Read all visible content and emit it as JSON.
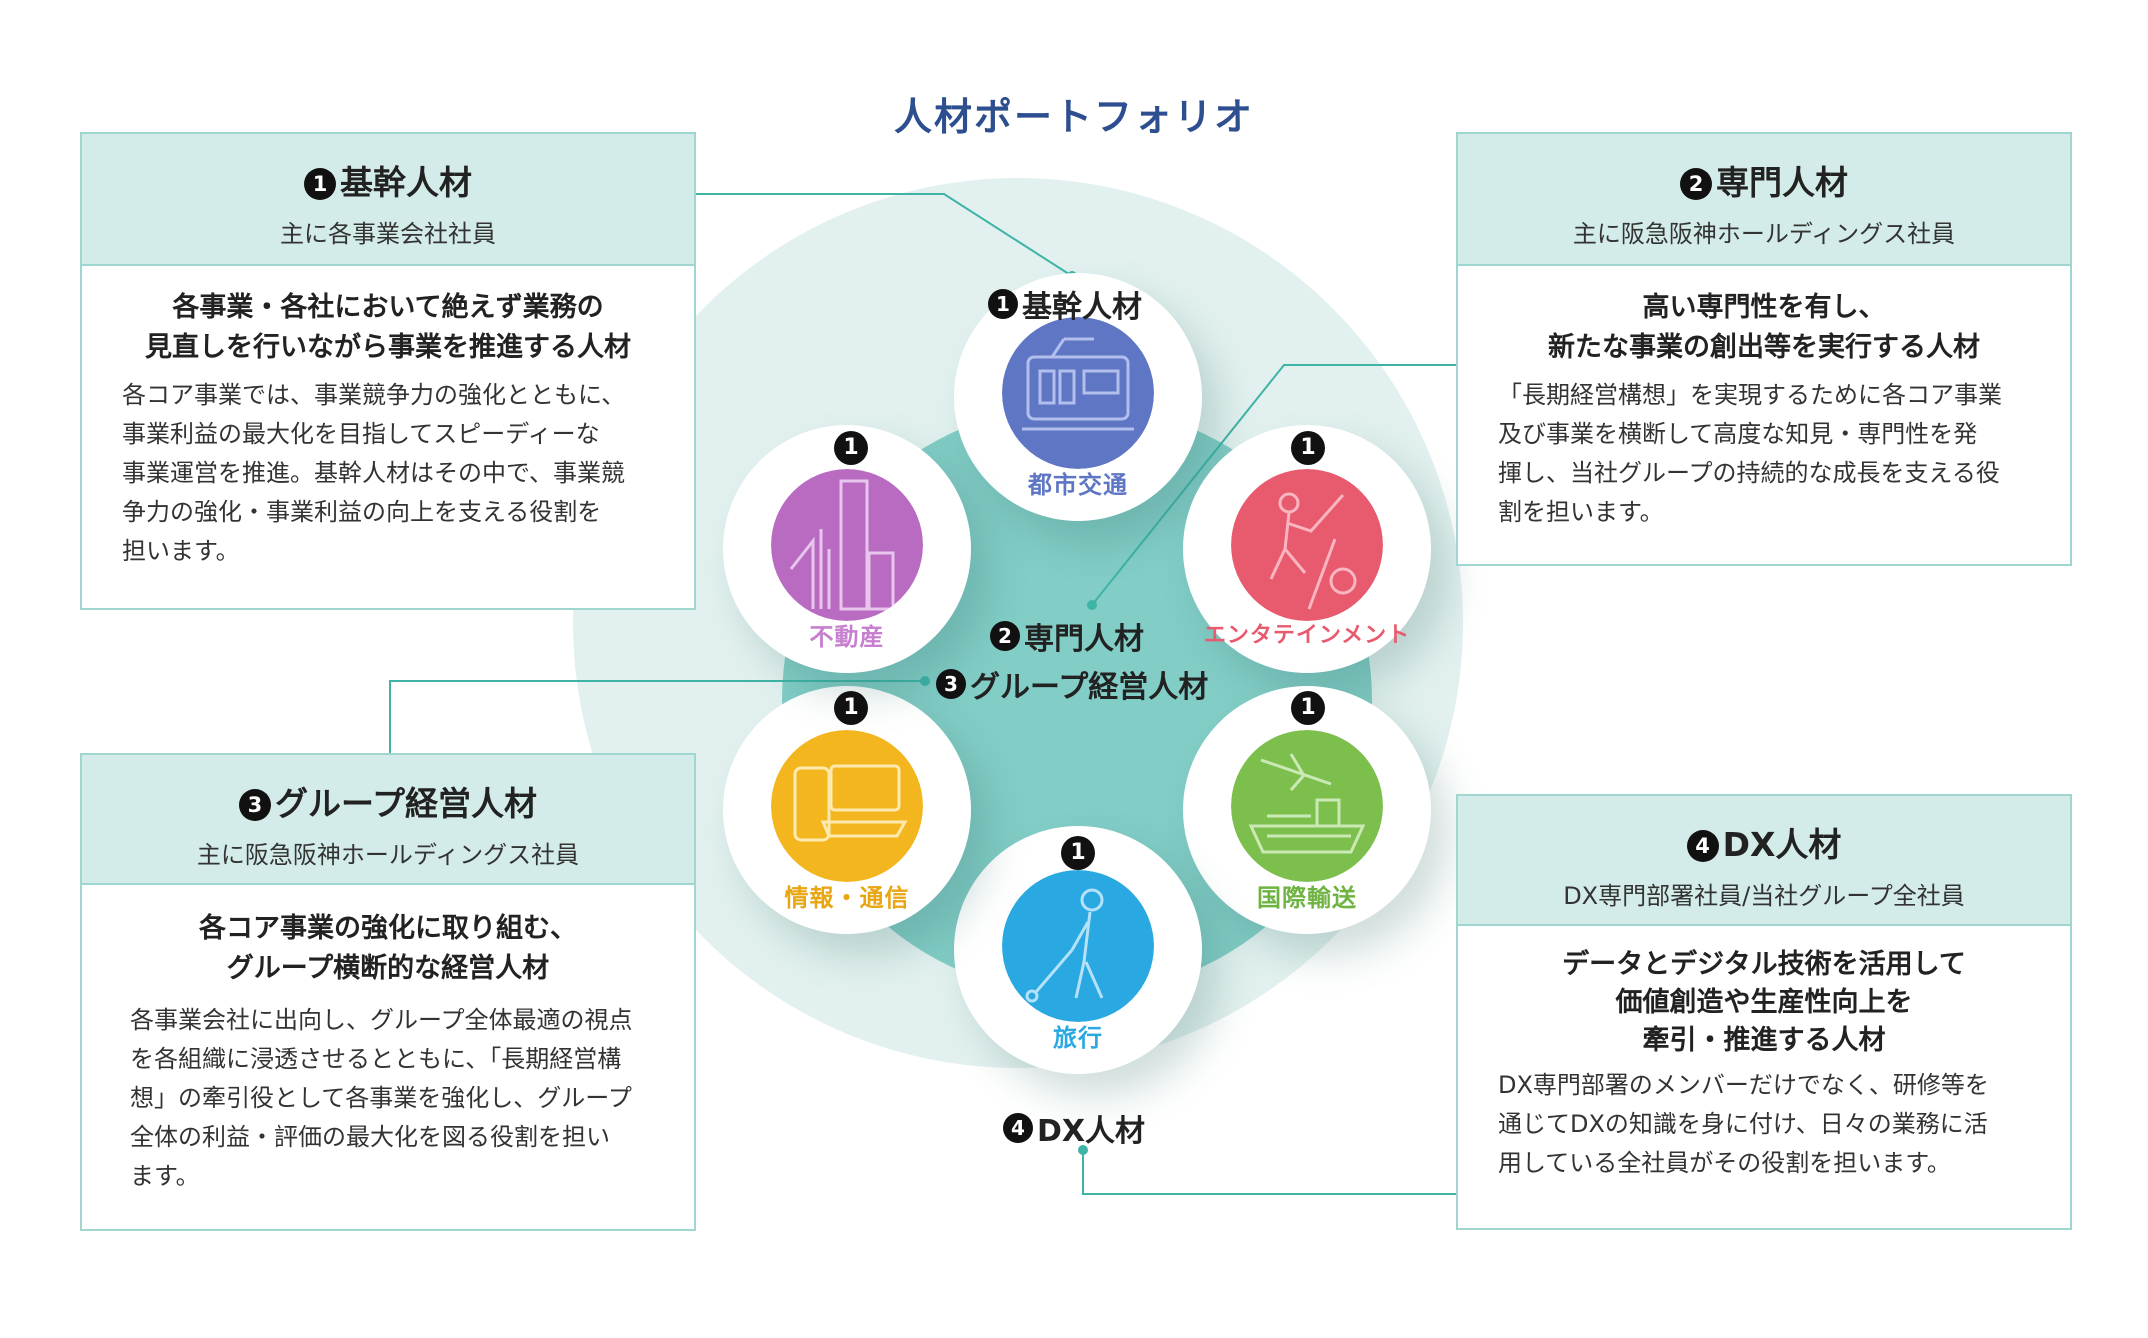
{
  "title": "人材ポートフォリオ",
  "center_labels": {
    "kikan": {
      "marker": "1",
      "text": "基幹人材"
    },
    "senmon": {
      "marker": "2",
      "text": "専門人材"
    },
    "group": {
      "marker": "3",
      "text": "グループ経営人材"
    },
    "dx": {
      "marker": "4",
      "text": "DX人材"
    }
  },
  "segments": [
    {
      "marker": "1",
      "label": "都市交通",
      "color": "#5f76c4",
      "label_color": "#5f76c4"
    },
    {
      "marker": "1",
      "label": "エンタテインメント",
      "color": "#e85a6e",
      "label_color": "#e85a6e"
    },
    {
      "marker": "1",
      "label": "国際輸送",
      "color": "#7cbf4d",
      "label_color": "#6fb443"
    },
    {
      "marker": "1",
      "label": "旅行",
      "color": "#2aa8e2",
      "label_color": "#2aa8e2"
    },
    {
      "marker": "1",
      "label": "情報・通信",
      "color": "#f3b61f",
      "label_color": "#e8a712"
    },
    {
      "marker": "1",
      "label": "不動産",
      "color": "#b96bc2",
      "label_color": "#c77fcf"
    }
  ],
  "cards": {
    "kikan": {
      "marker": "1",
      "title": "基幹人材",
      "subtitle": "主に各事業会社社員",
      "lead": [
        "各事業・各社において絶えず業務の",
        "見直しを行いながら事業を推進する人材"
      ],
      "body": [
        "各コア事業では、事業競争力の強化とともに、",
        "事業利益の最大化を目指してスピーディーな",
        "事業運営を推進。基幹人材はその中で、事業競",
        "争力の強化・事業利益の向上を支える役割を",
        "担います。"
      ]
    },
    "senmon": {
      "marker": "2",
      "title": "専門人材",
      "subtitle": "主に阪急阪神ホールディングス社員",
      "lead": [
        "高い専門性を有し、",
        "新たな事業の創出等を実行する人材"
      ],
      "body": [
        "「長期経営構想」を実現するために各コア事業",
        "及び事業を横断して高度な知見・専門性を発",
        "揮し、当社グループの持続的な成長を支える役",
        "割を担います。"
      ]
    },
    "group": {
      "marker": "3",
      "title": "グループ経営人材",
      "subtitle": "主に阪急阪神ホールディングス社員",
      "lead": [
        "各コア事業の強化に取り組む、",
        "グループ横断的な経営人材"
      ],
      "body": [
        "各事業会社に出向し、グループ全体最適の視点",
        "を各組織に浸透させるとともに、「長期経営構",
        "想」の牽引役として各事業を強化し、グループ",
        "全体の利益・評価の最大化を図る役割を担い",
        "ます。"
      ]
    },
    "dx": {
      "marker": "4",
      "title": "DX人材",
      "subtitle": "DX専門部署社員/当社グループ全社員",
      "lead": [
        "データとデジタル技術を活用して",
        "価値創造や生産性向上を",
        "牽引・推進する人材"
      ],
      "body": [
        "DX専門部署のメンバーだけでなく、研修等を",
        "通じてDXの知識を身に付け、日々の業務に活",
        "用している全社員がその役割を担います。"
      ]
    }
  }
}
